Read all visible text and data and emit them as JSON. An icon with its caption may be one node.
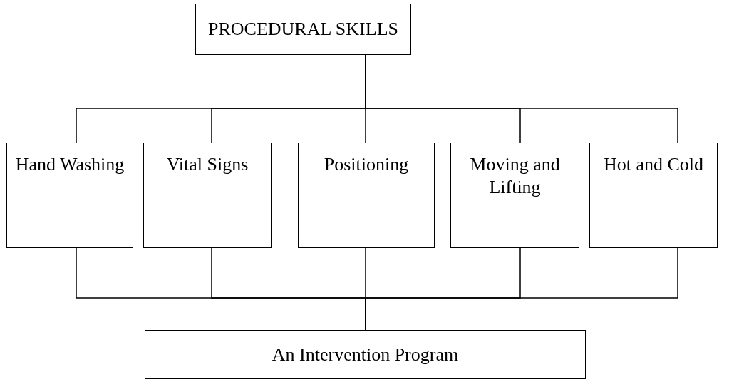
{
  "diagram": {
    "nodes": [
      {
        "text": [
          "PROCEDURAL SKILLS"
        ]
      },
      {
        "text": [
          "Hand Washing"
        ]
      },
      {
        "text": [
          "Vital Signs"
        ]
      },
      {
        "text": [
          "Positioning"
        ]
      },
      {
        "text": [
          "Moving and Lifting"
        ]
      },
      {
        "text": [
          "Hot and Cold"
        ]
      },
      {
        "text": [
          "An Intervention Program"
        ]
      }
    ],
    "edges": [
      {
        "from": 0,
        "to": 1,
        "arrow": "none"
      },
      {
        "from": 0,
        "to": 2,
        "arrow": "none"
      },
      {
        "from": 0,
        "to": 3,
        "arrow": "none"
      },
      {
        "from": 0,
        "to": 4,
        "arrow": "none"
      },
      {
        "from": 0,
        "to": 5,
        "arrow": "none"
      },
      {
        "from": 1,
        "to": 6,
        "arrow": "none"
      },
      {
        "from": 2,
        "to": 6,
        "arrow": "none"
      },
      {
        "from": 3,
        "to": 6,
        "arrow": "none"
      },
      {
        "from": 4,
        "to": 6,
        "arrow": "none"
      },
      {
        "from": 5,
        "to": 6,
        "arrow": "none"
      }
    ]
  }
}
